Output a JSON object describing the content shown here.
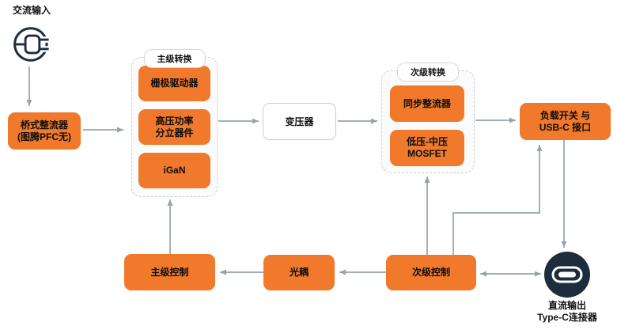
{
  "colors": {
    "block_orange": "#F0792B",
    "icon_navy": "#1E2D3D",
    "arrow_gray": "#96A3B1",
    "group_border": "#CBD1D8"
  },
  "ac_input": {
    "label": "交流输入",
    "icon": "ac-plug-icon"
  },
  "bridge_rectifier": {
    "label": "桥式整流器\n(图腾PFC无)"
  },
  "primary_group": {
    "title": "主级转换",
    "blocks": [
      {
        "label": "栅极驱动器"
      },
      {
        "label": "高压功率\n分立器件"
      },
      {
        "label": "iGaN"
      }
    ]
  },
  "transformer": {
    "label": "变压器"
  },
  "secondary_group": {
    "title": "次级转换",
    "blocks": [
      {
        "label": "同步整流器"
      },
      {
        "label": "低压-中压\nMOSFET"
      }
    ]
  },
  "load_switch": {
    "label": "负载开关 与\nUSB-C 接口"
  },
  "dc_output": {
    "label": "直流输出\nType-C连接器",
    "icon": "usb-c-connector-icon"
  },
  "controls": {
    "primary": {
      "label": "主级控制"
    },
    "opto": {
      "label": "光耦"
    },
    "secondary": {
      "label": "次级控制"
    }
  }
}
